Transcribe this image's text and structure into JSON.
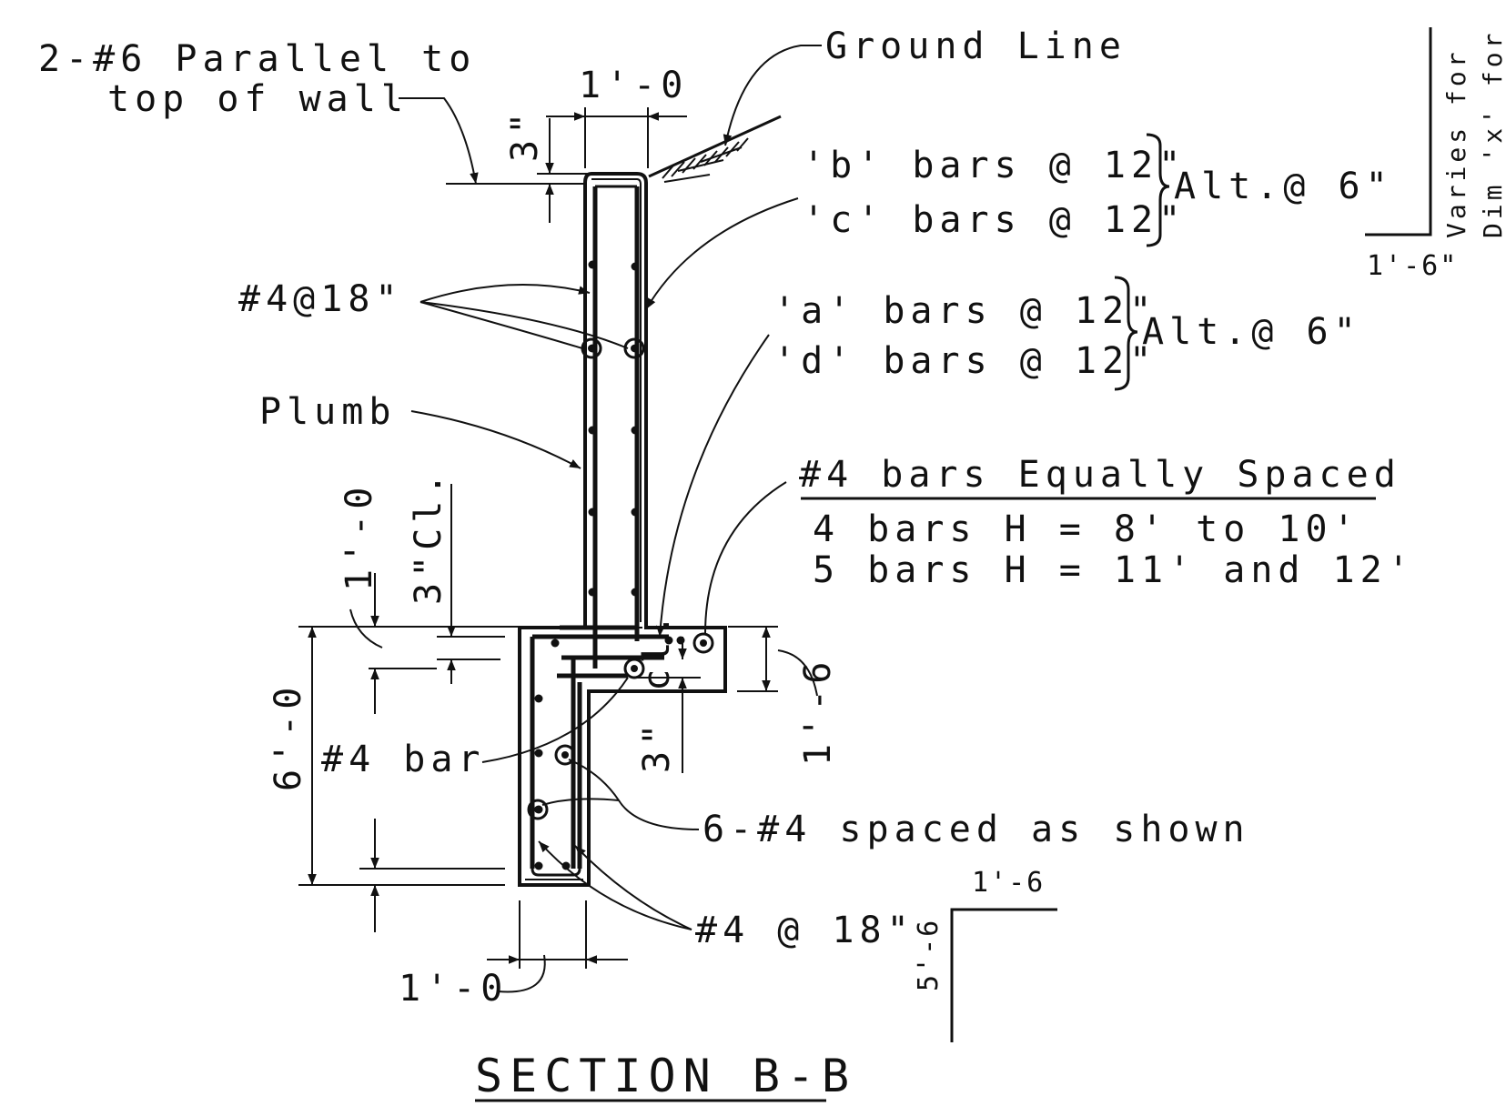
{
  "title": "SECTION B-B",
  "notes": {
    "parallel_bars_line1": "2-#6 Parallel to",
    "parallel_bars_line2": "top of wall",
    "ground_line": "Ground Line",
    "b_bars": "'b' bars @ 12\"",
    "c_bars": "'c' bars @ 12\"",
    "alt_bc": "Alt.@ 6\"",
    "a_bars": "'a' bars @ 12\"",
    "d_bars": "'d' bars @ 12\"",
    "alt_ad": "Alt.@ 6\"",
    "bars_4_18_stem": "#4@18\"",
    "plumb": "Plumb",
    "equal_spaced_header": "#4 bars Equally Spaced",
    "equal_spaced_row1": "4 bars H = 8'  to 10'",
    "equal_spaced_row2": "5 bars H = 11'  and 12'",
    "bar_4": "#4 bar",
    "six_bars": "6-#4 spaced as shown",
    "bars_4_18_key": "#4 @ 18\""
  },
  "dimensions": {
    "top_width": "1'-0",
    "top_cover": "3\"",
    "cover_top_heel": "3\"Cl.",
    "heel_depth": "1'-0",
    "footing_height": "6'-0",
    "bottom_cover": "3\" cl.",
    "toe_depth": "1'-6",
    "key_width": "1'-0"
  },
  "bar_details": {
    "detail1_horizontal": "1'-6\"",
    "detail1_vertical": "Varies for",
    "detail1_vertical2": "Dim 'x' for",
    "detail2_horizontal": "1'-6",
    "detail2_vertical": "5'-6"
  }
}
